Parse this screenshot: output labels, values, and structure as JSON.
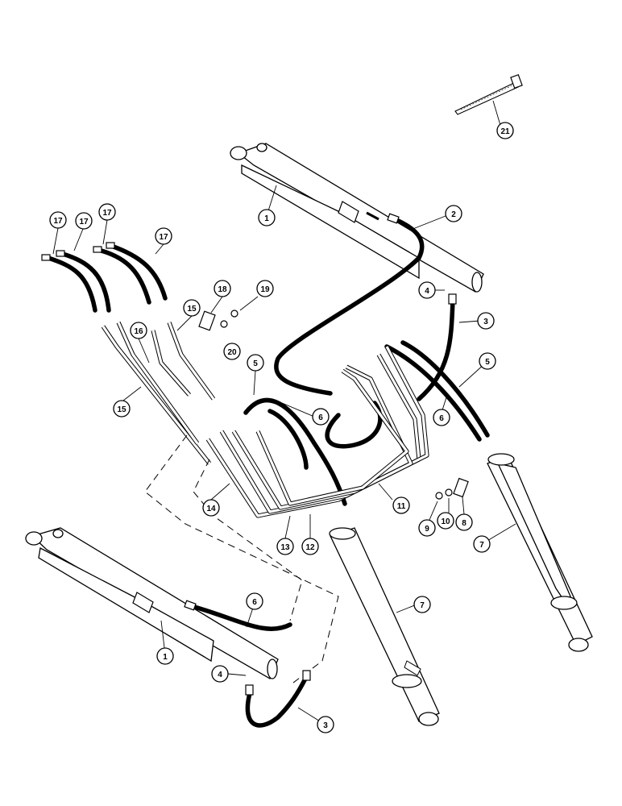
{
  "callouts": [
    {
      "id": "c-21",
      "label": "21"
    },
    {
      "id": "c-1-top",
      "label": "1"
    },
    {
      "id": "c-2",
      "label": "2"
    },
    {
      "id": "c-4-top",
      "label": "4"
    },
    {
      "id": "c-3-top",
      "label": "3"
    },
    {
      "id": "c-5-right",
      "label": "5"
    },
    {
      "id": "c-6-right",
      "label": "6"
    },
    {
      "id": "c-17-a",
      "label": "17"
    },
    {
      "id": "c-17-b",
      "label": "17"
    },
    {
      "id": "c-17-c",
      "label": "17"
    },
    {
      "id": "c-17-d",
      "label": "17"
    },
    {
      "id": "c-18",
      "label": "18"
    },
    {
      "id": "c-19",
      "label": "19"
    },
    {
      "id": "c-15-top",
      "label": "15"
    },
    {
      "id": "c-20",
      "label": "20"
    },
    {
      "id": "c-16",
      "label": "16"
    },
    {
      "id": "c-15-left",
      "label": "15"
    },
    {
      "id": "c-5-mid",
      "label": "5"
    },
    {
      "id": "c-6-mid",
      "label": "6"
    },
    {
      "id": "c-14",
      "label": "14"
    },
    {
      "id": "c-11",
      "label": "11"
    },
    {
      "id": "c-13",
      "label": "13"
    },
    {
      "id": "c-12",
      "label": "12"
    },
    {
      "id": "c-9",
      "label": "9"
    },
    {
      "id": "c-10",
      "label": "10"
    },
    {
      "id": "c-8",
      "label": "8"
    },
    {
      "id": "c-7-right",
      "label": "7"
    },
    {
      "id": "c-7-mid",
      "label": "7"
    },
    {
      "id": "c-6-bottom",
      "label": "6"
    },
    {
      "id": "c-1-bottom",
      "label": "1"
    },
    {
      "id": "c-4-bottom",
      "label": "4"
    },
    {
      "id": "c-3-bottom",
      "label": "3"
    }
  ]
}
